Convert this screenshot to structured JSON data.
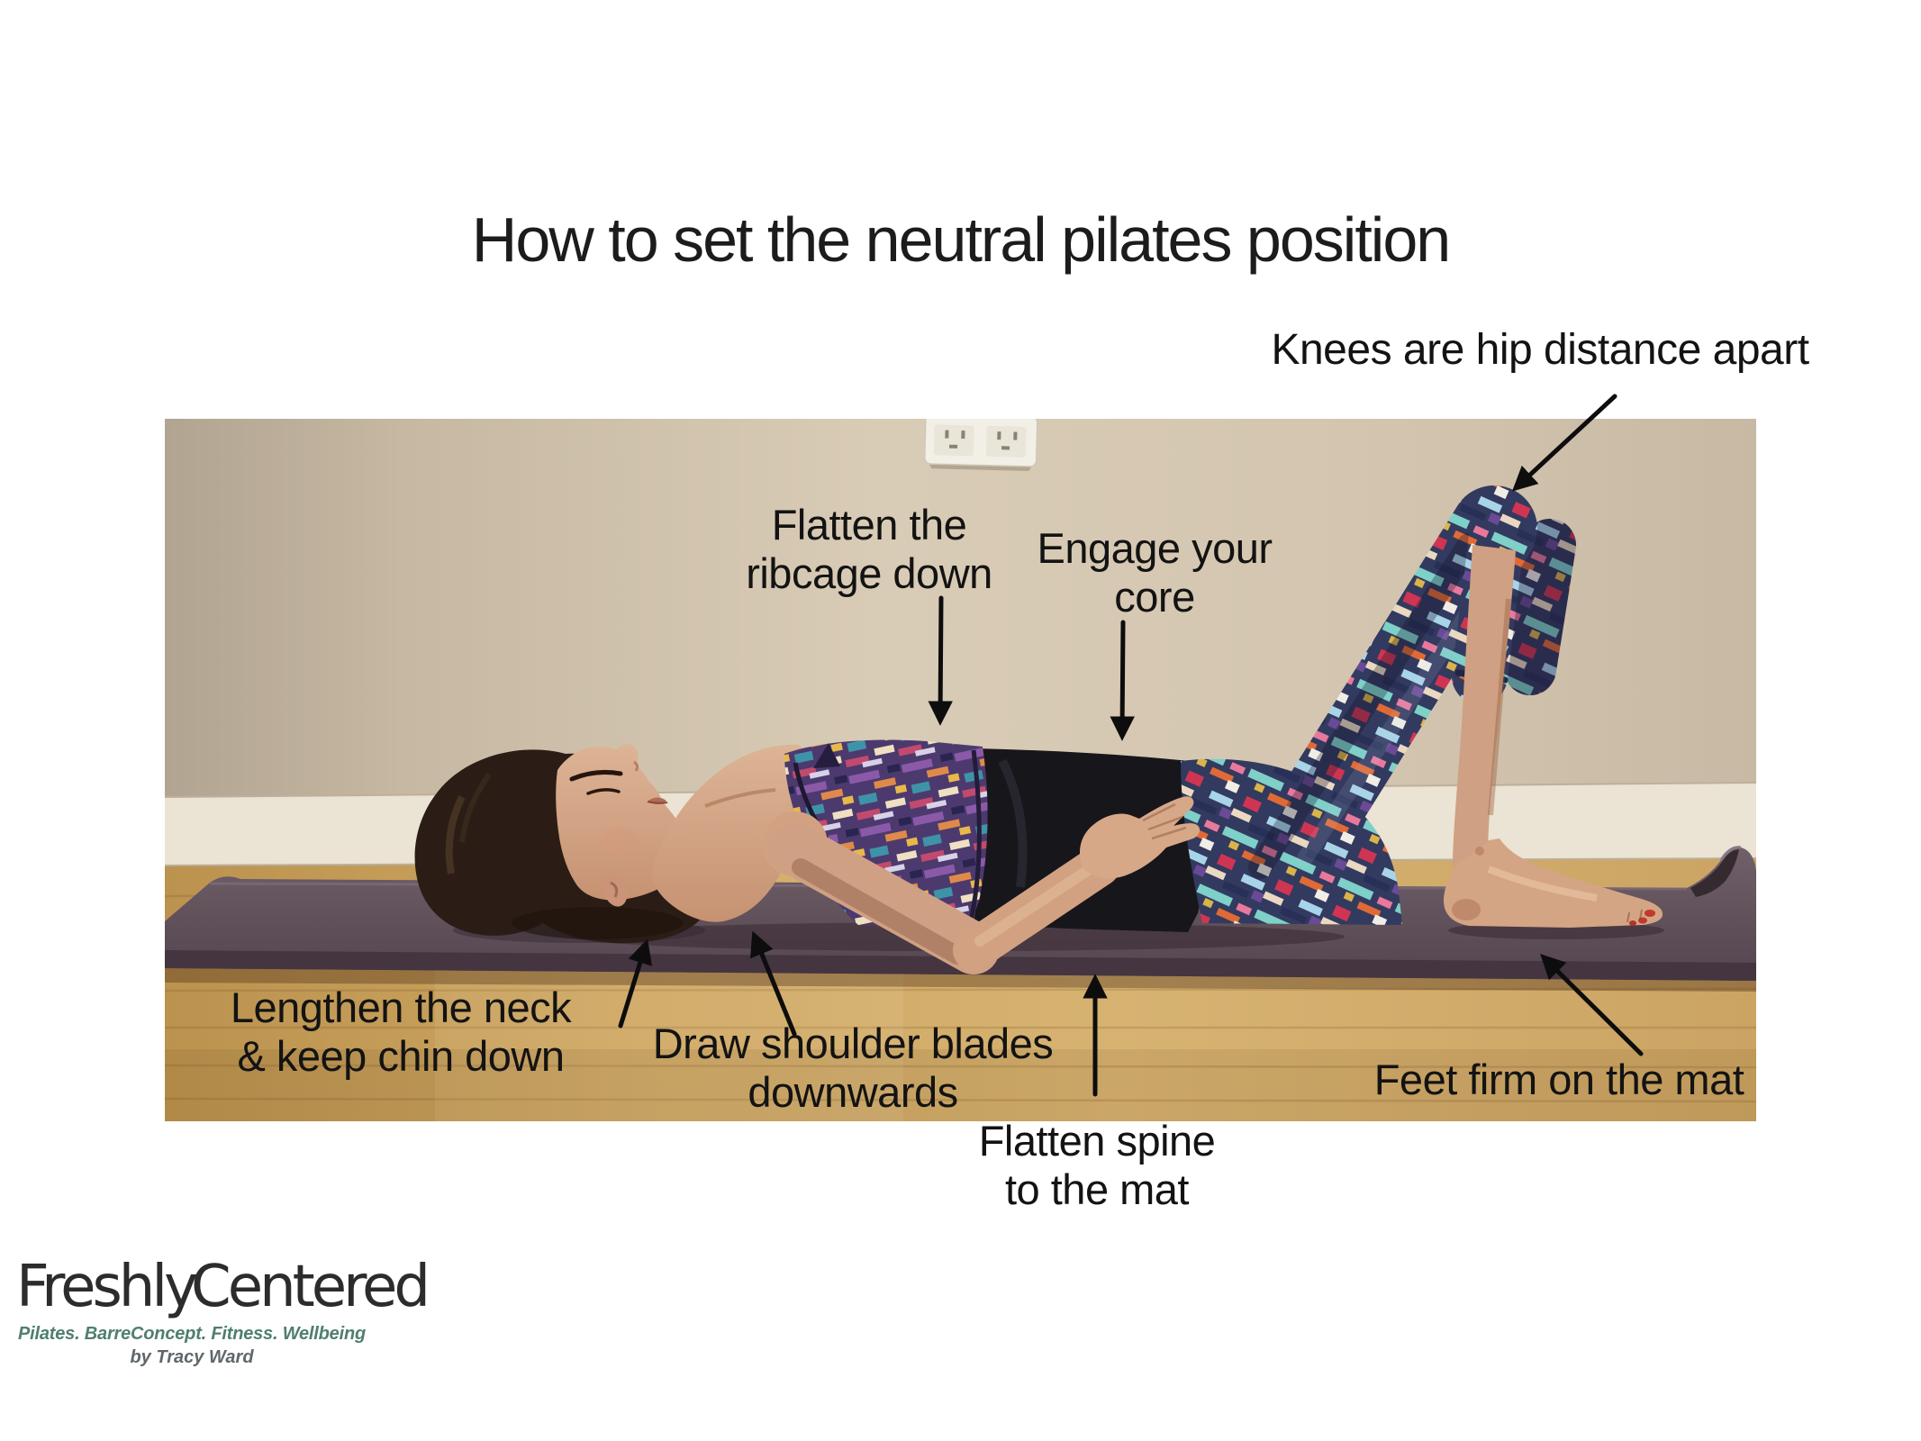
{
  "title": {
    "text": "How to set the neutral pilates position"
  },
  "annotations": {
    "knees": {
      "text": "Knees are hip distance apart"
    },
    "ribcage": {
      "line1": "Flatten the",
      "line2": "ribcage down"
    },
    "core": {
      "line1": "Engage your",
      "line2": "core"
    },
    "neck": {
      "line1": "Lengthen the neck",
      "line2": "& keep chin down"
    },
    "shoulder_blades": {
      "line1": "Draw shoulder blades",
      "line2": "downwards"
    },
    "spine": {
      "line1": "Flatten spine",
      "line2": "to the mat"
    },
    "feet": {
      "text": "Feet firm on the mat"
    }
  },
  "logo": {
    "brand_first_word": "Freshly",
    "brand_second_word": "Centered",
    "flower_icon": "daffodil-flower",
    "tagline": "Pilates. BarreConcept. Fitness. Wellbeing",
    "byline": "by Tracy Ward",
    "tagline_color": "#4f7f6c",
    "byline_color": "#5f676b"
  },
  "photo_colors": {
    "wall": "#d5c7b1",
    "skirting_board": "#ebe3d3",
    "wood_floor": "#cfa866",
    "yoga_mat": "#60505a",
    "leggings_base": "#333a5f",
    "top_black": "#17161b",
    "annotation_text": "#131313"
  }
}
